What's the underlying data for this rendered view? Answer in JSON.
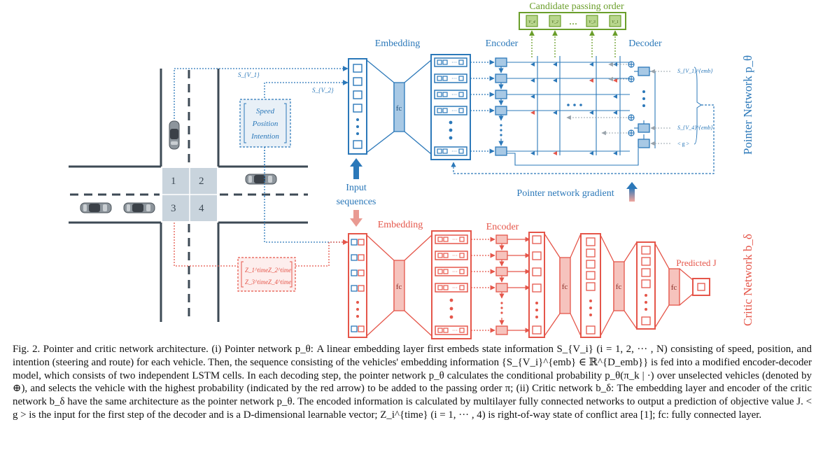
{
  "diagram": {
    "intersection": {
      "zones": [
        "1",
        "2",
        "3",
        "4"
      ]
    },
    "state_box": [
      "Speed",
      "Position",
      "Intention"
    ],
    "signal_labels": {
      "s1": "S_{V_1}",
      "s2": "S_{V_2}"
    },
    "time_box": [
      "Z_1^time",
      "Z_2^time",
      "Z_3^time",
      "Z_4^time"
    ],
    "input_sequences": "Input\nsequences",
    "pointer": {
      "title": "Pointer Network p_θ",
      "embedding": "Embedding",
      "encoder": "Encoder",
      "decoder": "Decoder",
      "fc": "fc",
      "candidate_order": "Candidate passing order",
      "candidate_items": [
        "V_4",
        "V_2",
        "...",
        "V_3",
        "V_1"
      ],
      "gradient": "Pointer network gradient",
      "decoder_inputs": [
        "S_{V_1}^{emb}",
        "S_{V_4}^{emb}",
        "< g >"
      ]
    },
    "critic": {
      "title": "Critic Network b_δ",
      "embedding": "Embedding",
      "encoder": "Encoder",
      "fc": "fc",
      "predicted": "Predicted J"
    },
    "colors": {
      "blue": "#2b78b9",
      "red": "#e5564a",
      "green": "#6a9e2a",
      "road": "#3d4a55"
    }
  },
  "caption": {
    "text": "Fig. 2.    Pointer and critic network architecture. (i) Pointer network p_θ: A linear embedding layer first embeds state information S_{V_i} (i = 1, 2, ··· , N) consisting of speed, position, and intention (steering and route) for each vehicle. Then, the sequence consisting of the vehicles' embedding information {S_{V_i}^{emb} ∈ ℝ^{D_emb}} is fed into a modified encoder-decoder model, which consists of two independent LSTM cells. In each decoding step, the pointer network p_θ calculates the conditional probability p_θ(π_k | ·) over unselected vehicles (denoted by ⊕), and selects the vehicle with the highest probability (indicated by the red arrow) to be added to the passing order π; (ii) Critic network b_δ: The embedding layer and encoder of the critic network b_δ have the same architecture as the pointer network p_θ. The encoded information is calculated by multilayer fully connected networks to output a prediction of objective value J. < g > is the input for the first step of the decoder and is a D-dimensional learnable vector; Z_i^{time} (i = 1, ··· , 4) is right-of-way state of conflict area [1]; fc: fully connected layer."
  }
}
